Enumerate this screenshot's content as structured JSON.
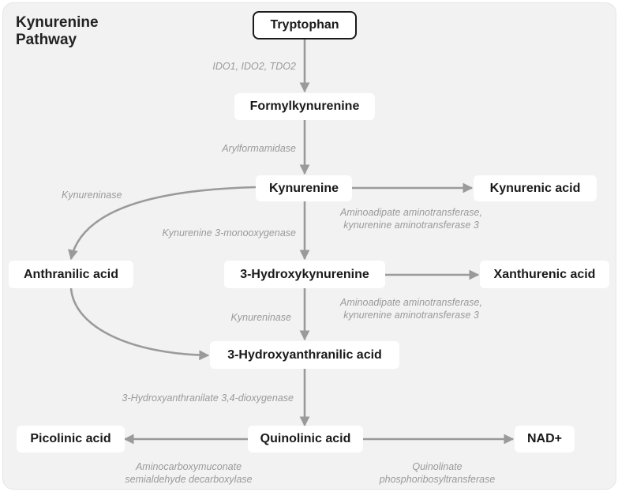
{
  "title": [
    "Kynurenine",
    "Pathway"
  ],
  "nodes": {
    "tryptophan": "Tryptophan",
    "formylkynurenine": "Formylkynurenine",
    "kynurenine": "Kynurenine",
    "kynurenic_acid": "Kynurenic acid",
    "anthranilic_acid": "Anthranilic acid",
    "hydroxykynurenine": "3-Hydroxykynurenine",
    "xanthurenic_acid": "Xanthurenic acid",
    "hydroxyanthranilic_acid": "3-Hydroxyanthranilic acid",
    "picolinic_acid": "Picolinic acid",
    "quinolinic_acid": "Quinolinic acid",
    "nad": "NAD+"
  },
  "enzymes": {
    "ido_tdo": [
      "IDO1, IDO2, TDO2"
    ],
    "arylformamidase": [
      "Arylformamidase"
    ],
    "kynureninase_1": [
      "Kynureninase"
    ],
    "kmo": [
      "Kynurenine 3-monooxygenase"
    ],
    "kat_1": [
      "Aminoadipate aminotransferase,",
      "kynurenine aminotransferase 3"
    ],
    "kat_2": [
      "Aminoadipate aminotransferase,",
      "kynurenine aminotransferase 3"
    ],
    "kynureninase_2": [
      "Kynureninase"
    ],
    "haao": [
      "3-Hydroxyanthranilate 3,4-dioxygenase"
    ],
    "acmsd": [
      "Aminocarboxymuconate",
      "semialdehyde decarboxylase"
    ],
    "qprt": [
      "Quinolinate",
      "phosphoribosyltransferase"
    ]
  },
  "colors": {
    "background": "#f2f2f2",
    "node_fill": "#ffffff",
    "arrow": "#9a9a9a",
    "enzyme_text": "#9a9a9a",
    "node_text": "#1a1a1a"
  }
}
